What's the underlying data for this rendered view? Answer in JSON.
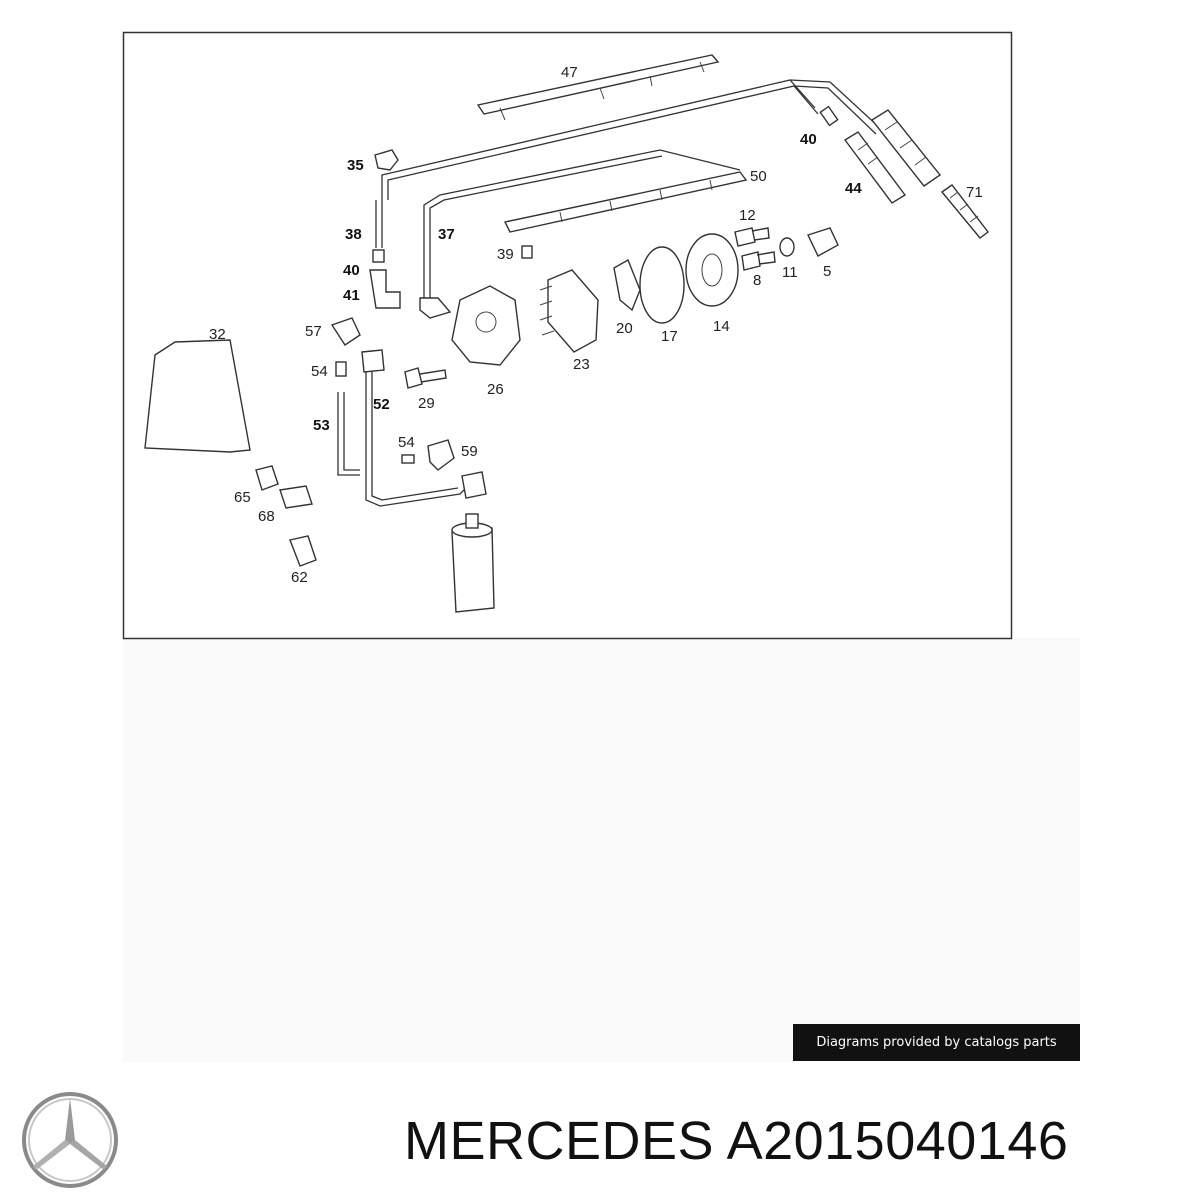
{
  "diagram": {
    "labels": {
      "l47": "47",
      "l40a": "40",
      "l44": "44",
      "l71": "71",
      "l35": "35",
      "l50": "50",
      "l38": "38",
      "l37": "37",
      "l39": "39",
      "l12": "12",
      "l40b": "40",
      "l41": "41",
      "l8": "8",
      "l11": "11",
      "l5": "5",
      "l32": "32",
      "l57": "57",
      "l20": "20",
      "l17": "17",
      "l14": "14",
      "l54a": "54",
      "l23": "23",
      "l52": "52",
      "l29": "29",
      "l26": "26",
      "l53": "53",
      "l54b": "54",
      "l59": "59",
      "l65": "65",
      "l68": "68",
      "l62": "62"
    }
  },
  "banner": {
    "text": "Diagrams provided by catalogs parts"
  },
  "brand": {
    "title": "MERCEDES A2015040146",
    "logo_icon": "mercedes-star-icon"
  }
}
